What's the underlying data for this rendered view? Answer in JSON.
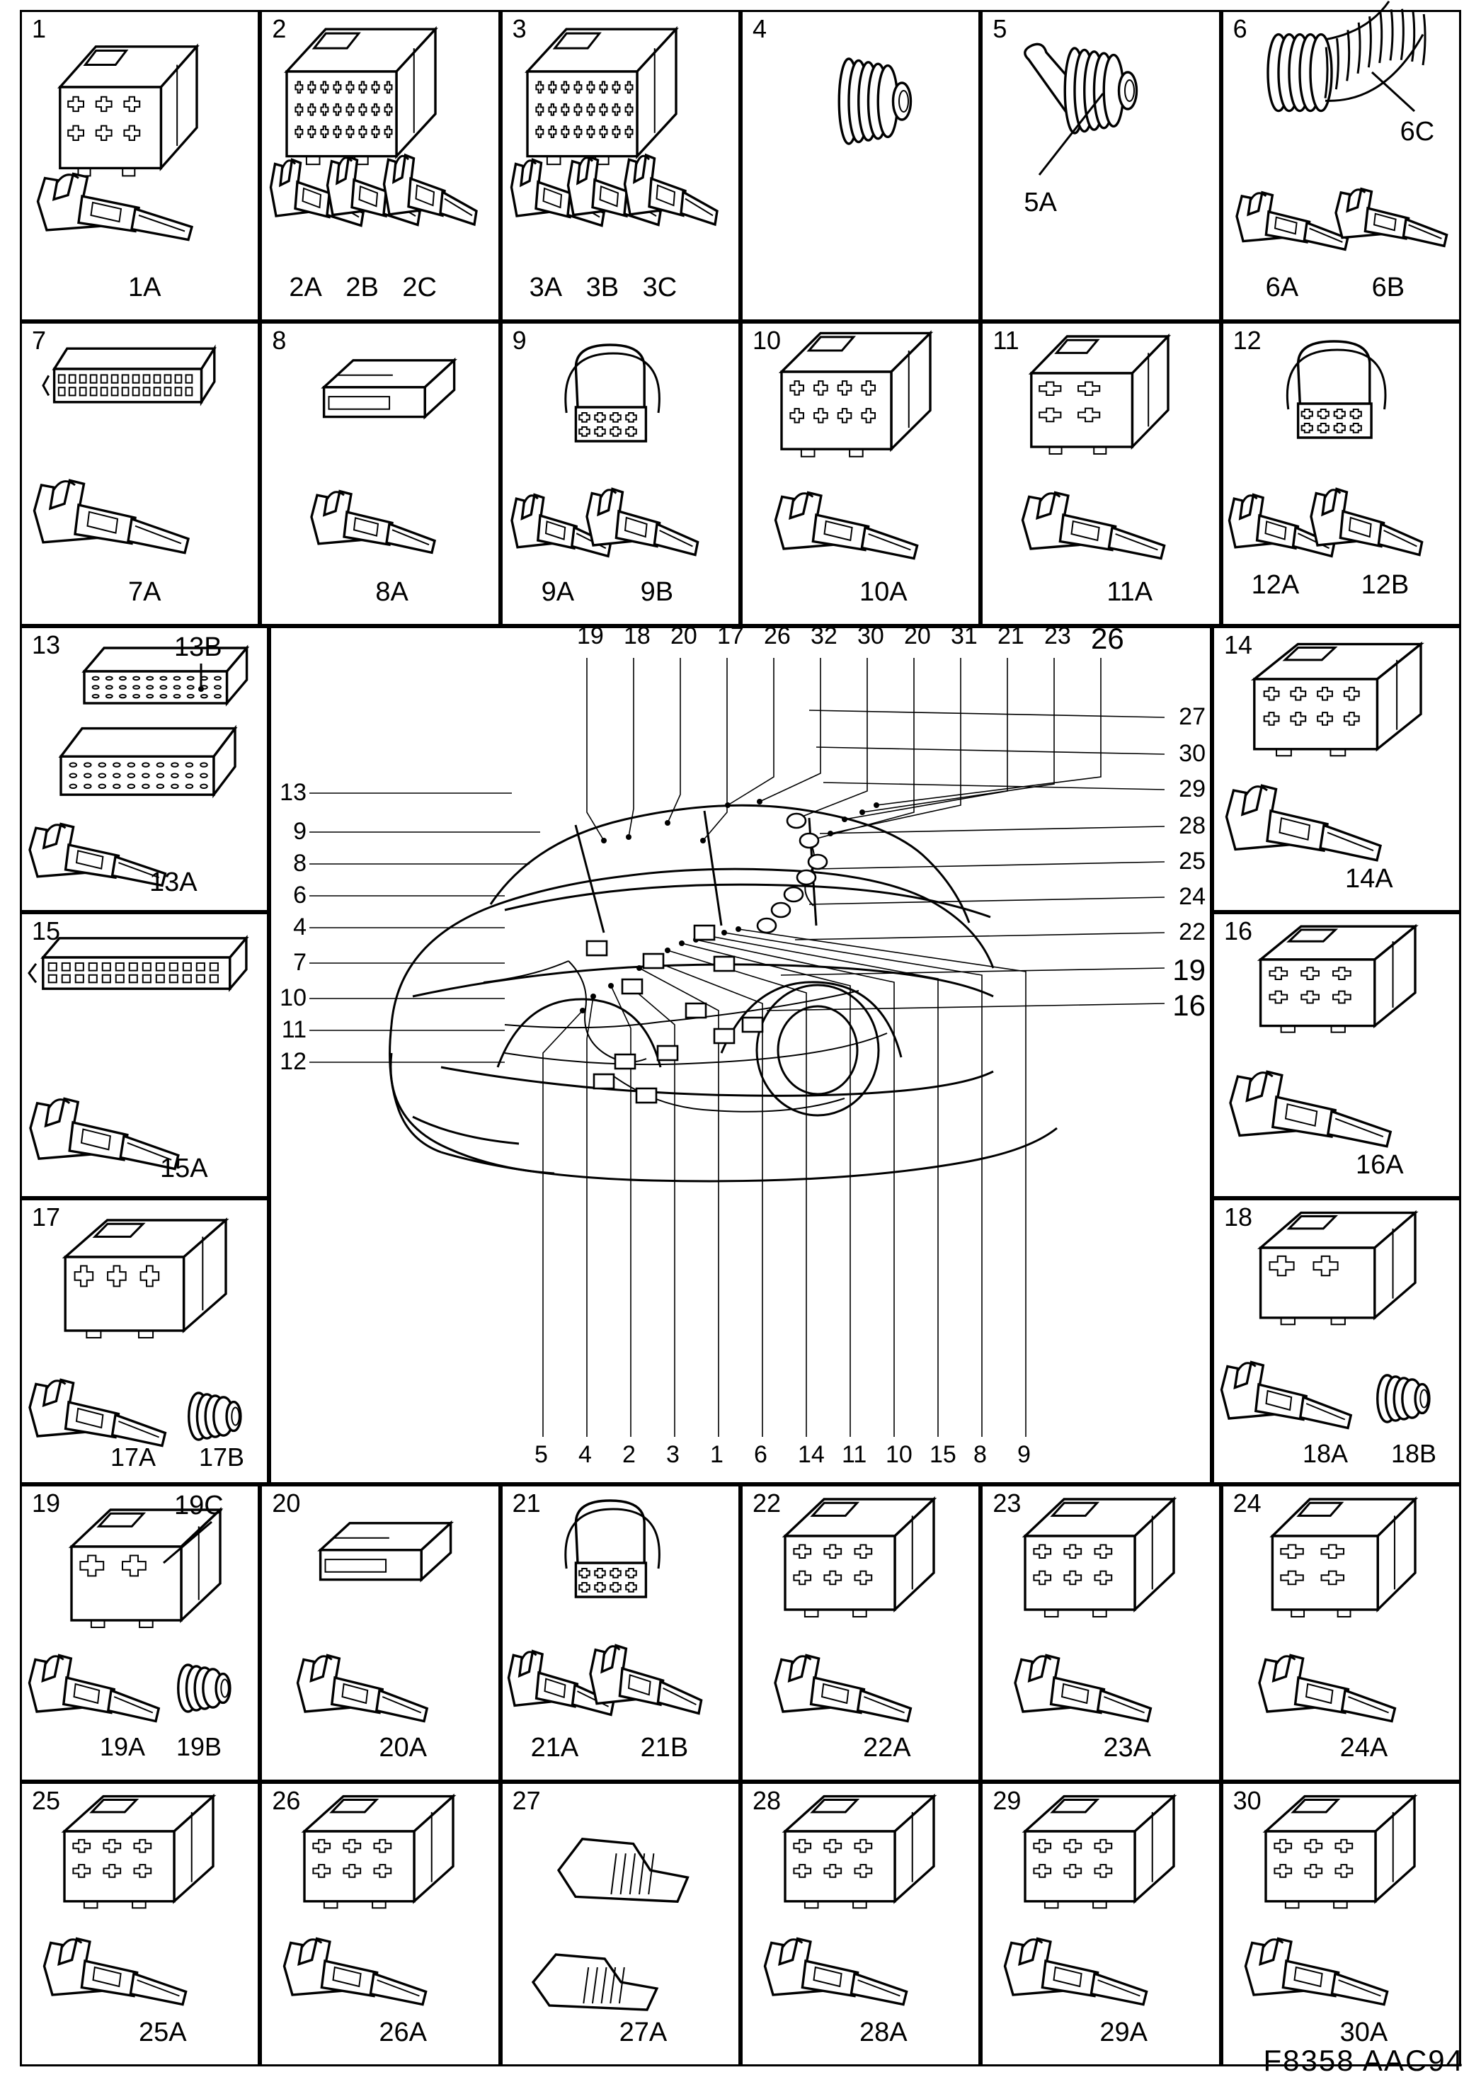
{
  "document": {
    "type": "automotive-wiring-connector-identification-chart",
    "footer_code": "F8358 AAC94"
  },
  "grid": {
    "row1": [
      {
        "number": "1",
        "part_labels": [
          "1A"
        ]
      },
      {
        "number": "2",
        "part_labels": [
          "2A",
          "2B",
          "2C"
        ]
      },
      {
        "number": "3",
        "part_labels": [
          "3A",
          "3B",
          "3C"
        ]
      },
      {
        "number": "4",
        "part_labels": []
      },
      {
        "number": "5",
        "part_labels": [
          "5A"
        ]
      },
      {
        "number": "6",
        "part_labels": [
          "6C",
          "6A",
          "6B"
        ]
      }
    ],
    "row2": [
      {
        "number": "7",
        "part_labels": [
          "7A"
        ]
      },
      {
        "number": "8",
        "part_labels": [
          "8A"
        ]
      },
      {
        "number": "9",
        "part_labels": [
          "9A",
          "9B"
        ]
      },
      {
        "number": "10",
        "part_labels": [
          "10A"
        ]
      },
      {
        "number": "11",
        "part_labels": [
          "11A"
        ]
      },
      {
        "number": "12",
        "part_labels": [
          "12A",
          "12B"
        ]
      }
    ],
    "left_column": [
      {
        "number": "13",
        "part_labels": [
          "13B",
          "13A"
        ]
      },
      {
        "number": "15",
        "part_labels": [
          "15A"
        ]
      },
      {
        "number": "17",
        "part_labels": [
          "17A",
          "17B"
        ]
      }
    ],
    "right_column": [
      {
        "number": "14",
        "part_labels": [
          "14A"
        ]
      },
      {
        "number": "16",
        "part_labels": [
          "16A"
        ]
      },
      {
        "number": "18",
        "part_labels": [
          "18A",
          "18B"
        ]
      }
    ],
    "row4": [
      {
        "number": "19",
        "part_labels": [
          "19C",
          "19A",
          "19B"
        ]
      },
      {
        "number": "20",
        "part_labels": [
          "20A"
        ]
      },
      {
        "number": "21",
        "part_labels": [
          "21A",
          "21B"
        ]
      },
      {
        "number": "22",
        "part_labels": [
          "22A"
        ]
      },
      {
        "number": "23",
        "part_labels": [
          "23A"
        ]
      },
      {
        "number": "24",
        "part_labels": [
          "24A"
        ]
      }
    ],
    "row5": [
      {
        "number": "25",
        "part_labels": [
          "25A"
        ]
      },
      {
        "number": "26",
        "part_labels": [
          "26A"
        ]
      },
      {
        "number": "27",
        "part_labels": [
          "27A"
        ]
      },
      {
        "number": "28",
        "part_labels": [
          "28A"
        ]
      },
      {
        "number": "29",
        "part_labels": [
          "29A"
        ]
      },
      {
        "number": "30",
        "part_labels": [
          "30A"
        ]
      }
    ]
  },
  "vehicle_diagram": {
    "top_callouts": [
      "19",
      "18",
      "20",
      "17",
      "26",
      "32",
      "30",
      "20",
      "31",
      "21",
      "23",
      "26"
    ],
    "left_callouts": [
      "13",
      "9",
      "8",
      "6",
      "4",
      "7",
      "10",
      "11",
      "12"
    ],
    "right_callouts": [
      "27",
      "30",
      "29",
      "28",
      "25",
      "24",
      "22",
      "19",
      "16"
    ],
    "bottom_callouts": [
      "5",
      "4",
      "2",
      "3",
      "1",
      "6",
      "14",
      "11",
      "10",
      "15",
      "8",
      "9"
    ]
  }
}
